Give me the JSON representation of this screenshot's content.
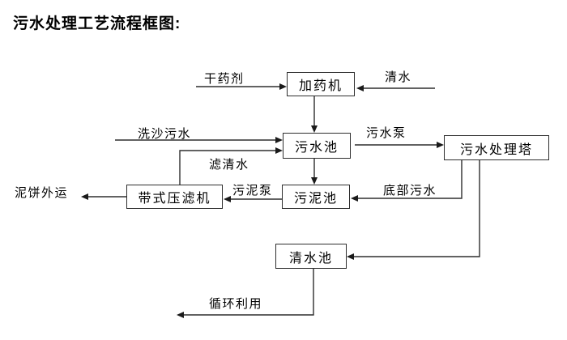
{
  "title": "污水处理工艺流程框图:",
  "nodes": {
    "dosing_machine": "加药机",
    "sewage_pool": "污水池",
    "treatment_tower": "污水处理塔",
    "sludge_pool": "污泥池",
    "belt_filter_press": "带式压滤机",
    "clean_water_pool": "清水池"
  },
  "flow_labels": {
    "dry_chemical": "干药剂",
    "clean_water": "清水",
    "sand_washing_sewage": "洗沙污水",
    "sewage_pump": "污水泵",
    "filtered_water": "滤清水",
    "sludge_pump": "污泥泵",
    "bottom_sewage": "底部污水",
    "mud_cake_transport": "泥饼外运",
    "recycle_use": "循环利用"
  },
  "edges": [
    {
      "from": "dry_chemical_input",
      "to": "dosing_machine",
      "label": "干药剂"
    },
    {
      "from": "clean_water_input",
      "to": "dosing_machine",
      "label": "清水"
    },
    {
      "from": "dosing_machine",
      "to": "sewage_pool",
      "label": ""
    },
    {
      "from": "sand_washing_input",
      "to": "sewage_pool",
      "label": "洗沙污水"
    },
    {
      "from": "belt_filter_press",
      "to": "sewage_pool",
      "label": "滤清水"
    },
    {
      "from": "sewage_pool",
      "to": "treatment_tower",
      "label": "污水泵"
    },
    {
      "from": "sewage_pool",
      "to": "sludge_pool",
      "label": ""
    },
    {
      "from": "treatment_tower",
      "to": "sludge_pool",
      "label": "底部污水"
    },
    {
      "from": "sludge_pool",
      "to": "belt_filter_press",
      "label": "污泥泵"
    },
    {
      "from": "belt_filter_press",
      "to": "mud_cake_output",
      "label": "泥饼外运"
    },
    {
      "from": "treatment_tower",
      "to": "clean_water_pool",
      "label": ""
    },
    {
      "from": "clean_water_pool",
      "to": "recycle_output",
      "label": "循环利用"
    }
  ],
  "colors": {
    "line": "#2e2e2e",
    "text": "#000000",
    "background": "#ffffff"
  }
}
